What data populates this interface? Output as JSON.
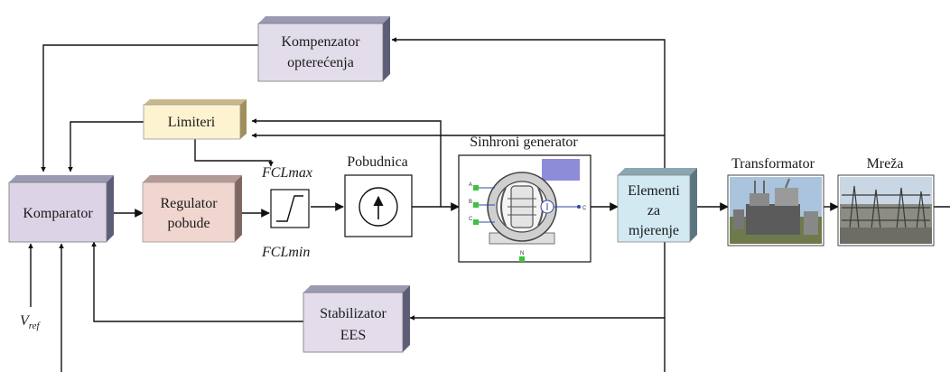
{
  "blocks": {
    "kompenzator": [
      "Kompenzator",
      "opterećenja"
    ],
    "limiteri": [
      "Limiteri"
    ],
    "komparator": [
      "Komparator"
    ],
    "regulator": [
      "Regulator",
      "pobude"
    ],
    "stabilizator": [
      "Stabilizator",
      "EES"
    ],
    "elementi": [
      "Elementi",
      "za",
      "mjerenje"
    ]
  },
  "labels": {
    "fcl_max": "FCLmax",
    "fcl_min": "FCLmin",
    "pobudnica": "Pobudnica",
    "sinhroni_generator": "Sinhroni generator",
    "transformator": "Transformator",
    "mreza": "Mreža",
    "v_ref": "V",
    "v_ref_sub": "ref"
  },
  "generator_terminals": [
    "A",
    "B",
    "C",
    "N",
    "C"
  ],
  "colors": {
    "kompenzator": "#e3dceb",
    "limiteri": "#fdf3d0",
    "komparator": "#ddd3e6",
    "regulator": "#f1d6d0",
    "stabilizator": "#e3dceb",
    "elementi": "#d2e9f2",
    "side": "#5d5d78",
    "top": "#9a9ab2"
  }
}
